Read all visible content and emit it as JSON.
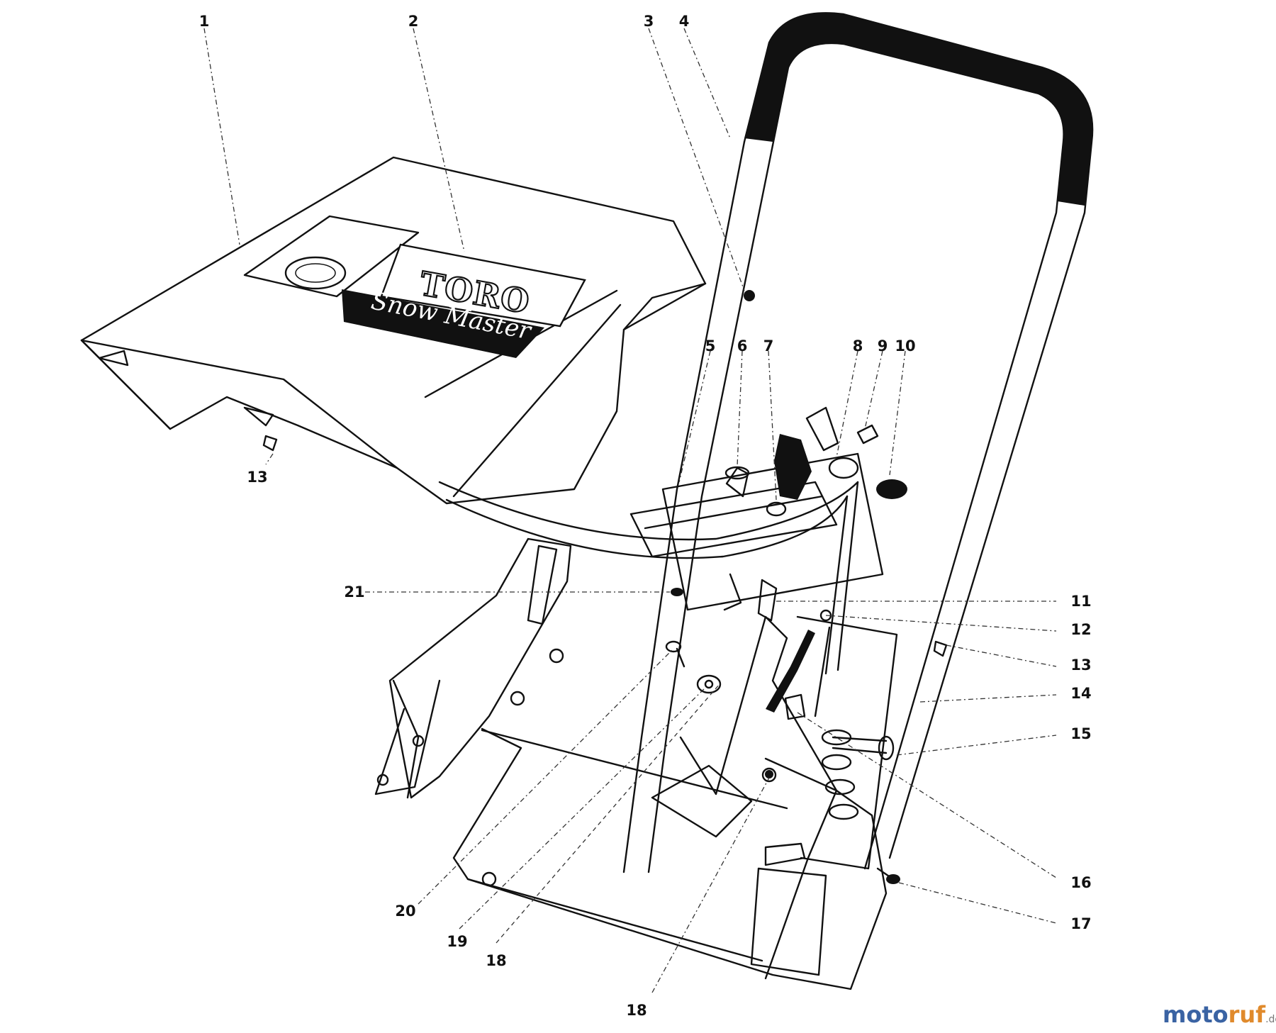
{
  "callouts": {
    "c1": "1",
    "c2": "2",
    "c3": "3",
    "c4": "4",
    "c5": "5",
    "c6": "6",
    "c7": "7",
    "c8": "8",
    "c9": "9",
    "c10": "10",
    "c11": "11",
    "c12": "12",
    "c13a": "13",
    "c13b": "13",
    "c14": "14",
    "c15": "15",
    "c16": "16",
    "c17": "17",
    "c18a": "18",
    "c18b": "18",
    "c19": "19",
    "c20": "20",
    "c21": "21"
  },
  "decal": {
    "brand": "TORO",
    "model": "Snow Master"
  },
  "watermark": {
    "main_a": "moto",
    "main_b": "ruf",
    "tld": ".de"
  },
  "colors": {
    "ink": "#111111",
    "watermark_blue": "#3a63a3",
    "watermark_orange": "#e08a2c"
  }
}
